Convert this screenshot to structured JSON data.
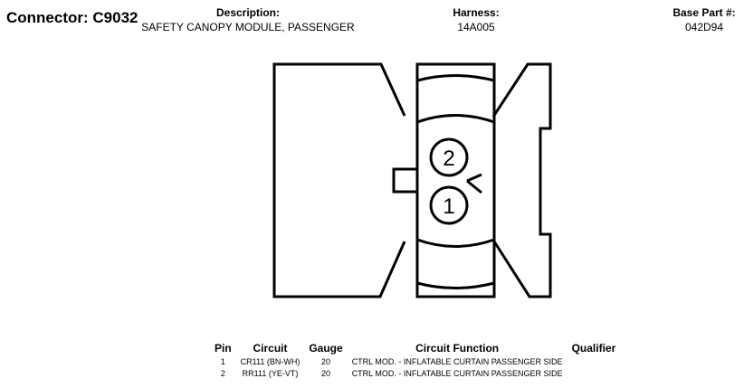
{
  "header": {
    "connector_label": "Connector: C9032",
    "description_label": "Description:",
    "description_value": "SAFETY CANOPY MODULE, PASSENGER",
    "harness_label": "Harness:",
    "harness_value": "14A005",
    "base_part_label": "Base Part #:",
    "base_part_value": "042D94"
  },
  "diagram": {
    "pin_labels": [
      "2",
      "1"
    ]
  },
  "table": {
    "columns": [
      "Pin",
      "Circuit",
      "Gauge",
      "Circuit Function",
      "Qualifier"
    ],
    "rows": [
      {
        "pin": "1",
        "circuit": "CR111 (BN-WH)",
        "gauge": "20",
        "function": "CTRL MOD. - INFLATABLE CURTAIN PASSENGER SIDE",
        "qualifier": ""
      },
      {
        "pin": "2",
        "circuit": "RR111 (YE-VT)",
        "gauge": "20",
        "function": "CTRL MOD. - INFLATABLE CURTAIN PASSENGER SIDE",
        "qualifier": ""
      }
    ]
  }
}
